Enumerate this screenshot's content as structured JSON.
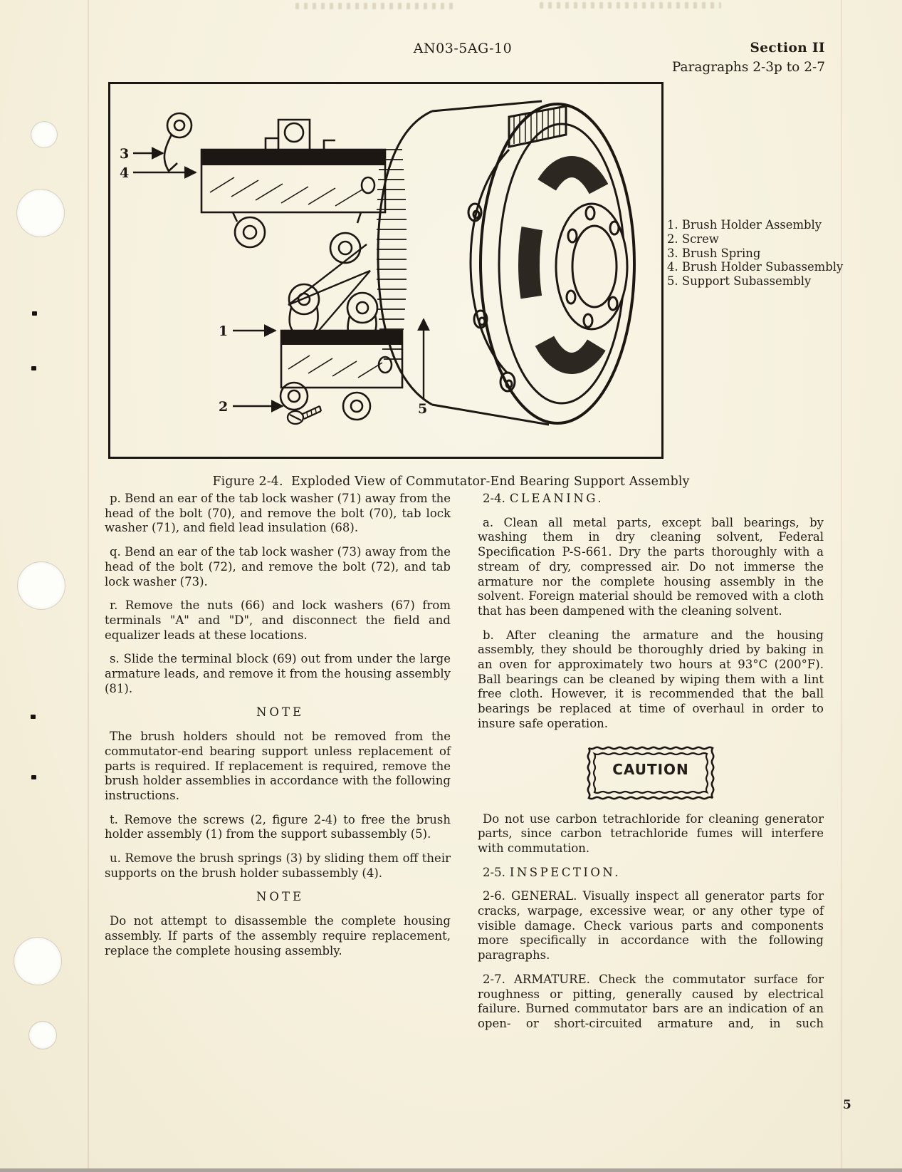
{
  "header": {
    "doc_number": "AN03-5AG-10",
    "section": "Section II",
    "paragraph_range": "Paragraphs 2-3p to 2-7"
  },
  "figure": {
    "caption": "Figure 2-4.  Exploded View of Commutator-End Bearing Support Assembly",
    "legend": [
      "1. Brush Holder Assembly",
      "2. Screw",
      "3. Brush Spring",
      "4. Brush Holder Subassembly",
      "5. Support Subassembly"
    ],
    "callouts": {
      "c1": "1",
      "c2": "2",
      "c3": "3",
      "c4": "4",
      "c5": "5"
    }
  },
  "left_column": {
    "para_p": "p.  Bend an ear of the tab lock washer (71) away from the head of the bolt (70), and remove the bolt (70), tab lock washer (71), and field lead insulation (68).",
    "para_q": "q.  Bend an ear of the tab lock washer (73) away from the head of the bolt (72), and remove the bolt (72), and tab lock washer (73).",
    "para_r": "r.  Remove the nuts (66) and lock washers (67) from terminals \"A\" and \"D\", and disconnect the field and equalizer leads at these locations.",
    "para_s": "s.  Slide the terminal block (69) out from under the large armature leads, and remove it from the housing assembly (81).",
    "note1_heading": "NOTE",
    "note1_body": "The brush holders should not be removed from the commutator-end bearing support unless replacement of parts is required.  If replacement is required, remove the brush holder assemblies in accordance with the following instructions.",
    "para_t": "t.  Remove the screws (2, figure 2-4) to free the brush holder assembly (1) from the support subassembly (5).",
    "para_u": "u.  Remove the brush springs (3) by sliding them off their supports on the brush holder subassembly (4).",
    "note2_heading": "NOTE",
    "note2_body": "Do not attempt to disassemble the complete housing assembly.  If parts of the assembly require replacement, replace the complete housing assembly."
  },
  "right_column": {
    "heading_2_4_num": "2-4.",
    "heading_2_4_word": "CLEANING.",
    "para_a": "a.  Clean all metal parts, except ball bearings, by washing them in dry cleaning solvent, Federal Specification P-S-661.  Dry the parts thoroughly with a stream of dry, compressed air.  Do not immerse the armature nor the complete housing assembly in the solvent.  Foreign material should be removed with a cloth that has been dampened with the cleaning solvent.",
    "para_b": "b.  After cleaning the armature and the housing assembly, they should be thoroughly dried by baking in an oven for approximately two hours at 93°C (200°F).  Ball bearings can be cleaned by wiping them with a lint free cloth.  However, it is recommended that the ball bearings be replaced at time of overhaul in order to insure safe operation.",
    "caution_label": "CAUTION",
    "caution_body": "Do not use carbon tetrachloride for cleaning generator parts, since carbon tetrachloride fumes will interfere with commutation.",
    "heading_2_5_num": "2-5.",
    "heading_2_5_word": "INSPECTION.",
    "para_2_6": "2-6. GENERAL.  Visually inspect all generator parts for cracks, warpage, excessive wear, or any other type of visible damage.  Check various parts and components more specifically in accordance with the following paragraphs.",
    "para_2_7": "2-7. ARMATURE.  Check the commutator surface for roughness or pitting, generally caused by electrical failure. Burned commutator bars are an indication of an open- or short-circuited armature and, in such"
  },
  "footer": {
    "page_number": "5"
  }
}
